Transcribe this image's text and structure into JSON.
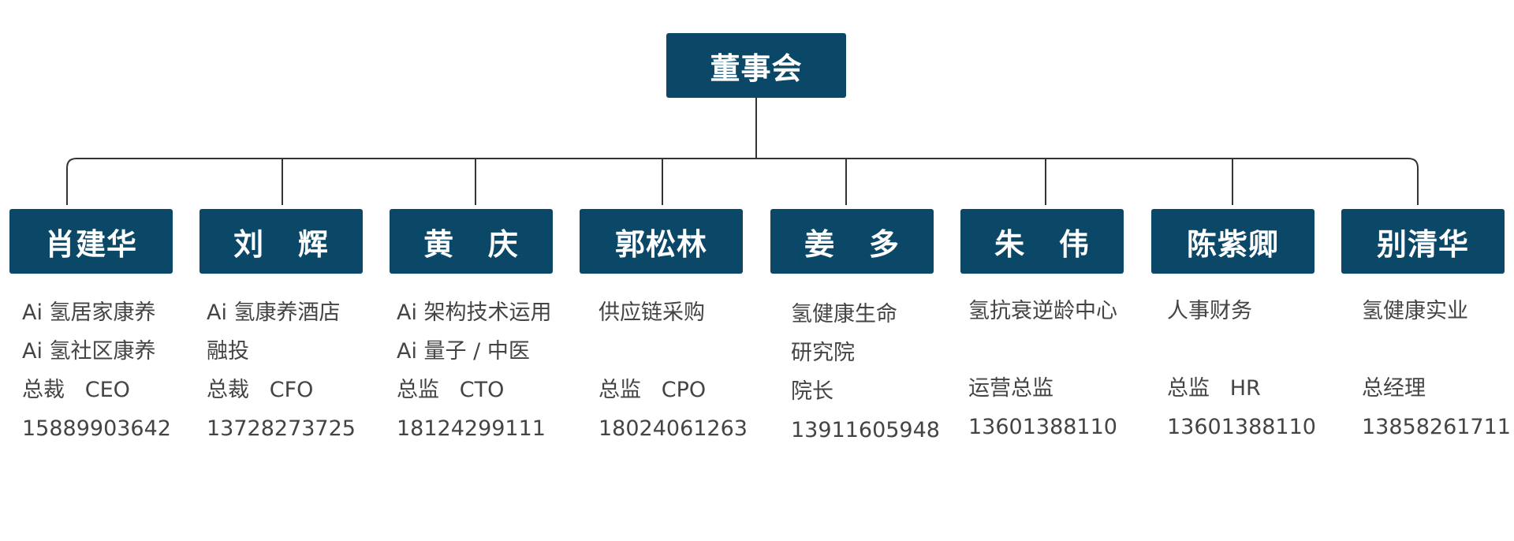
{
  "board": {
    "label": "董事会"
  },
  "members": [
    {
      "name": "肖建华",
      "desc": [
        "Ai 氢居家康养",
        "Ai 氢社区康养"
      ],
      "role": "总裁   CEO",
      "phone": "15889903642"
    },
    {
      "name": "刘   辉",
      "desc": [
        "Ai 氢康养酒店",
        "融投"
      ],
      "role": "总裁   CFO",
      "phone": "13728273725"
    },
    {
      "name": "黄   庆",
      "desc": [
        "Ai 架构技术运用",
        "Ai 量子 / 中医"
      ],
      "role": "总监   CTO",
      "phone": "18124299111"
    },
    {
      "name": "郭松林",
      "desc": [
        "供应链采购"
      ],
      "role": "总监   CPO",
      "phone": "18024061263"
    },
    {
      "name": "姜   多",
      "desc": [
        "氢健康生命",
        "研究院"
      ],
      "role": "院长",
      "phone": "13911605948"
    },
    {
      "name": "朱   伟",
      "desc": [
        "氢抗衰逆龄中心"
      ],
      "role": "运营总监",
      "phone": "13601388110"
    },
    {
      "name": "陈紫卿",
      "desc": [
        "人事财务"
      ],
      "role": "总监   HR",
      "phone": "13601388110"
    },
    {
      "name": "别清华",
      "desc": [
        "氢健康实业"
      ],
      "role": "总经理",
      "phone": "13858261711"
    }
  ]
}
